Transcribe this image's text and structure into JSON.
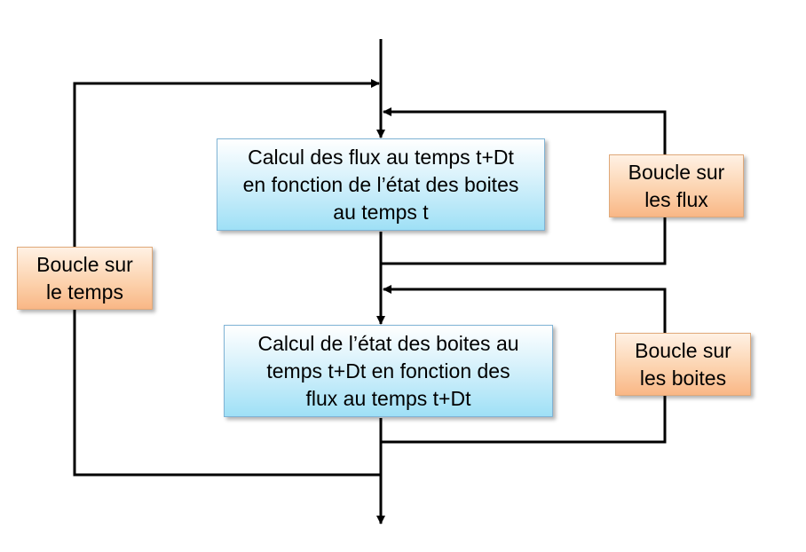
{
  "diagram": {
    "flux_calc_text": "Calcul des flux au temps t+Dt\nen fonction de l’état des boites\nau temps t",
    "state_calc_text": "Calcul de l’état des boites au\ntemps t+Dt en fonction des\nflux au temps t+Dt",
    "loop_flux_label": "Boucle sur\nles flux",
    "loop_boxes_label": "Boucle sur\nles boites",
    "loop_time_label": "Boucle sur\nle temps"
  },
  "colors": {
    "line": "#000000",
    "process_fill": "#b7e8f8",
    "loop_fill": "#fbc89c"
  }
}
